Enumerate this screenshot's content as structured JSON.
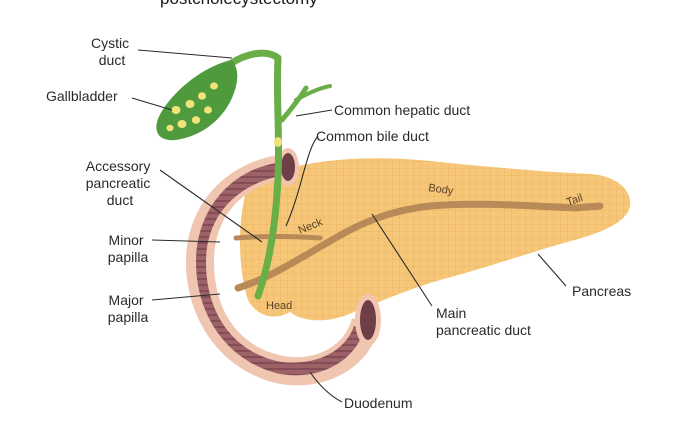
{
  "title_fragment": "postcholecystectomy",
  "labels": {
    "cystic_duct": [
      "Cystic",
      "duct"
    ],
    "gallbladder": "Gallbladder",
    "common_hepatic_duct": "Common hepatic duct",
    "common_bile_duct": "Common bile duct",
    "accessory_pancreatic_duct": [
      "Accessory",
      "pancreatic",
      "duct"
    ],
    "minor_papilla": [
      "Minor",
      "papilla"
    ],
    "major_papilla": [
      "Major",
      "papilla"
    ],
    "pancreas": "Pancreas",
    "main_pancreatic_duct": [
      "Main",
      "pancreatic duct"
    ],
    "duodenum": "Duodenum"
  },
  "regions": {
    "head": "Head",
    "neck": "Neck",
    "body": "Body",
    "tail": "Tail"
  },
  "colors": {
    "gallbladder_fill": "#4f9a3d",
    "bile_duct": "#6aae47",
    "stone": "#f1e27a",
    "pancreas_fill": "#f6c778",
    "pancreas_grid": "#e8ae5c",
    "pancreatic_duct": "#b88a57",
    "duodenum_outer": "#f0c6b0",
    "duodenum_wall": "#9d6168",
    "duodenum_lumen": "#6f3f47"
  }
}
